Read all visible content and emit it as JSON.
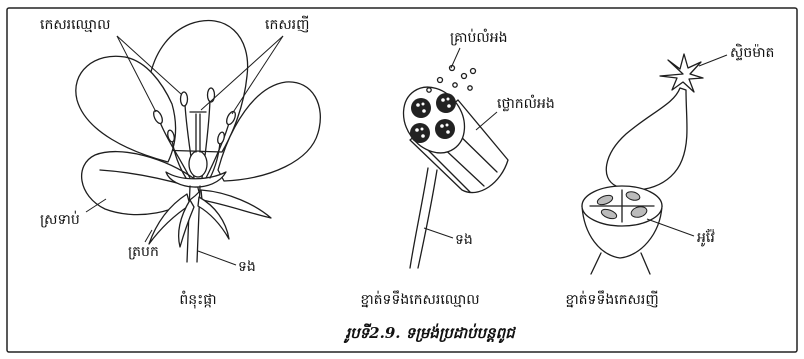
{
  "figure": {
    "caption": "រូបទី2.9. ទម្រង់ប្រដាប់បន្តពូជ"
  },
  "flower": {
    "caption": "ពំនុះផ្កា",
    "label_stamen": "កេសរឈ្មោល",
    "label_pistil": "កេសរញី",
    "label_sepal": "ស្រទាប់",
    "label_petal": "ត្របក",
    "label_stalk": "ទង"
  },
  "stamen_section": {
    "caption": "ខ្នាត់ទទឹងកេសរឈ្មោល",
    "label_pollen": "គ្រាប់លំអង",
    "label_anther": "ថ្លោកលំអង",
    "label_filament": "ទង"
  },
  "pistil_section": {
    "caption": "ខ្នាត់ទទឹងកេសរញី",
    "label_stigma": "ស្ទិចម៉ាត",
    "label_ovary": "អូវ៉ែ"
  }
}
